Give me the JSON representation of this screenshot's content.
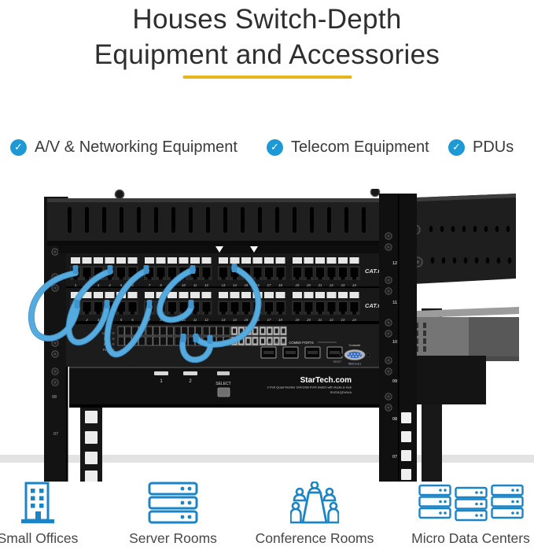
{
  "header": {
    "title_line1": "Houses Switch-Depth",
    "title_line2": "Equipment and Accessories"
  },
  "features": [
    {
      "label": "A/V & Networking Equipment"
    },
    {
      "label": "Telecom Equipment"
    },
    {
      "label": "PDUs"
    }
  ],
  "photo": {
    "panel1_label": "CAT.6",
    "panel2_label": "CAT.6",
    "panel_port_numbers": [
      "1",
      "2",
      "3",
      "4",
      "5",
      "6",
      "7",
      "8",
      "9",
      "10",
      "11",
      "12",
      "13",
      "14",
      "15",
      "16",
      "17",
      "18",
      "19",
      "20",
      "21",
      "22",
      "23",
      "24"
    ],
    "switch_led_labels": [
      "DIAG",
      "FDX",
      "RPS",
      "PWR"
    ],
    "switch_combo_label": "COMBO PORTS",
    "switch_console_label": "Console",
    "switch_console_sub": "9600,N,8,1",
    "switch_reset_label": "RESET",
    "kvm_brand": "StarTech.com",
    "kvm_description": "2 Port Quad Monitor DVI/USB KVM Switch with Audio & Hub",
    "kvm_model": "SV231QDVIUA",
    "kvm_led1": "1",
    "kvm_led2": "2",
    "kvm_select_label": "SELECT",
    "rack_unit_numbers_right": [
      "12",
      "11",
      "10",
      "09",
      "08",
      "07"
    ],
    "rack_unit_numbers_left": [
      "08",
      "07"
    ]
  },
  "use_cases": [
    {
      "label": "Small Offices",
      "icon": "office-building-icon"
    },
    {
      "label": "Server Rooms",
      "icon": "server-rack-icon"
    },
    {
      "label": "Conference Rooms",
      "icon": "conference-table-icon"
    },
    {
      "label": "Micro Data Centers",
      "icon": "data-center-icon"
    }
  ],
  "colors": {
    "accent_yellow": "#E7B41E",
    "check_blue": "#1D99D5",
    "icon_blue": "#1A84C6",
    "cable_blue": "#55ABDE"
  }
}
